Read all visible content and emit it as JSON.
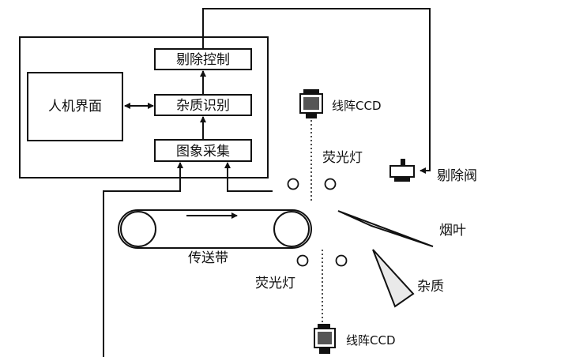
{
  "labels": {
    "reject_control": "剔除控制",
    "impurity_recognition": "杂质识别",
    "image_acquisition": "图象采集",
    "hmi": "人机界面",
    "ccd_top": "线阵CCD",
    "ccd_bottom": "线阵CCD",
    "lamp_top": "荧光灯",
    "lamp_bottom": "荧光灯",
    "reject_valve": "剔除阀",
    "tobacco_leaf": "烟叶",
    "impurity": "杂质",
    "conveyor": "传送带"
  },
  "colors": {
    "stroke": "#111111",
    "background": "#ffffff"
  }
}
